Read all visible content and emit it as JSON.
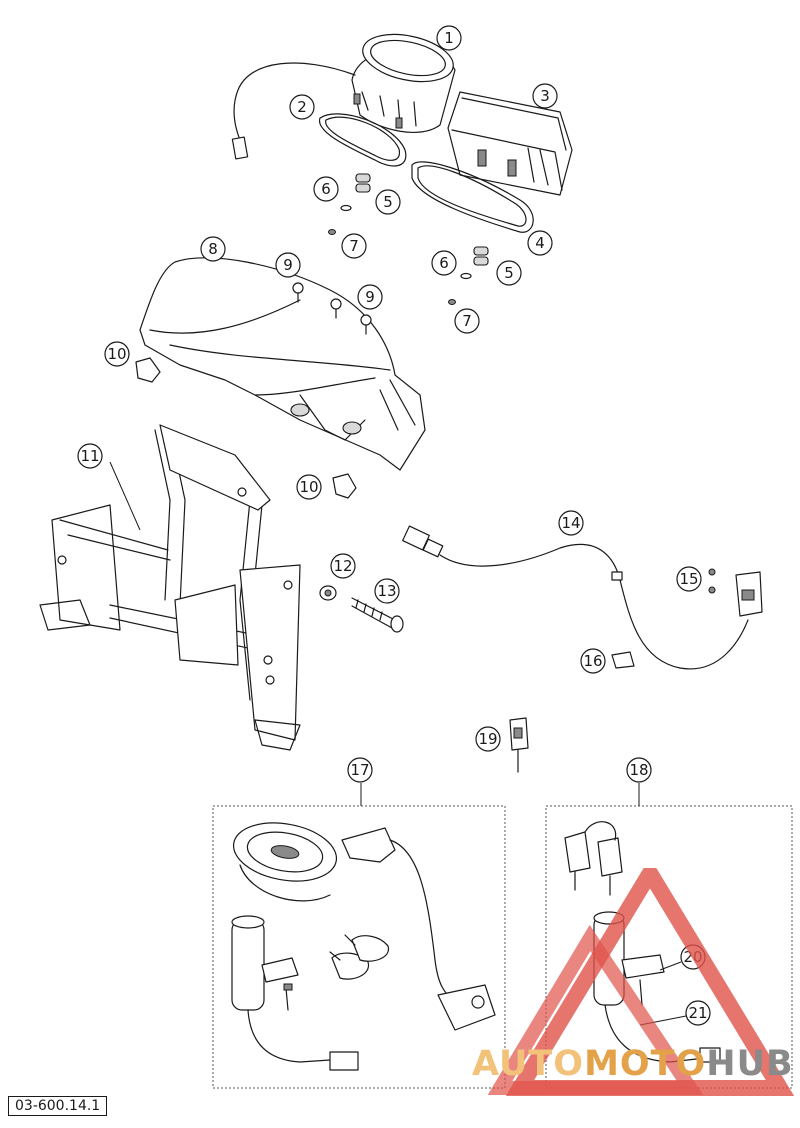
{
  "document_number": "03-600.14.1",
  "callouts": [
    "1",
    "2",
    "3",
    "4",
    "5",
    "6",
    "7",
    "8",
    "9",
    "10",
    "11",
    "12",
    "13",
    "14",
    "15",
    "16",
    "17",
    "18",
    "19",
    "20",
    "21"
  ],
  "watermark": {
    "part1": "AUTO",
    "part2": "MOTO",
    "part3": "HUB",
    "colors": {
      "red": "#e0524a",
      "orange": "#e3a24a",
      "grey": "#8a8a8a"
    }
  }
}
